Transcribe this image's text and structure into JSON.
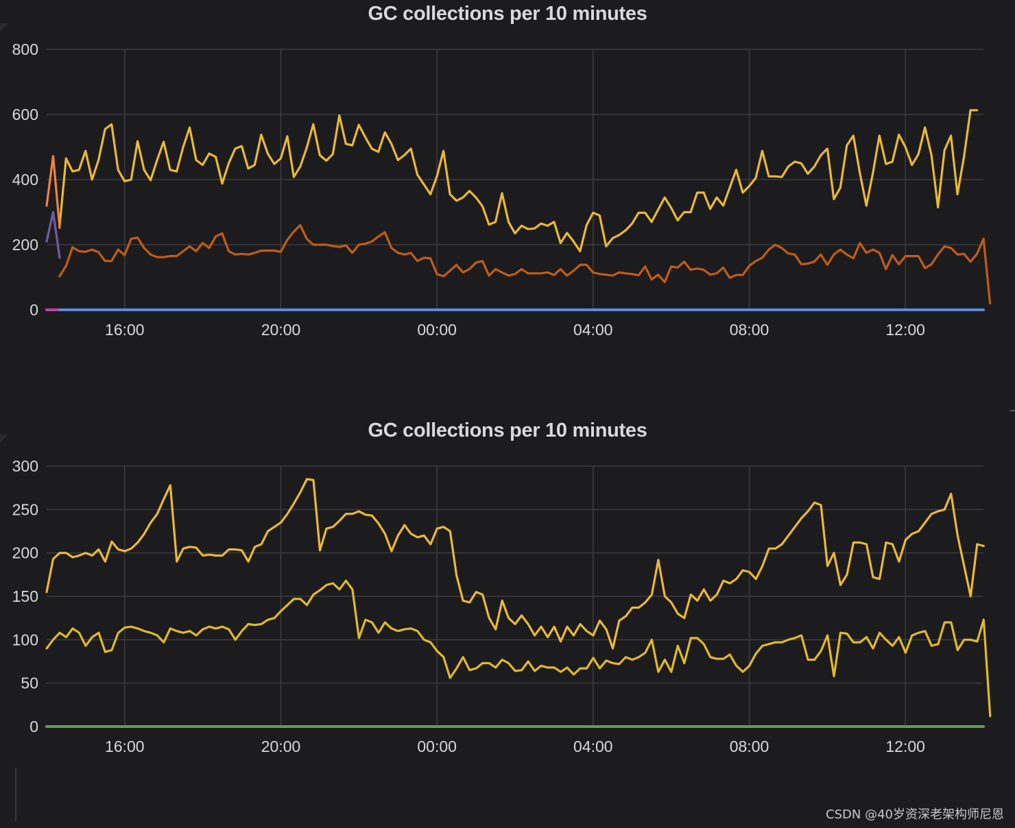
{
  "watermark": "CSDN @40岁资深老架构师尼恩",
  "colors": {
    "background": "#1c1c1e",
    "grid": "#3d3d40",
    "text": "#d8d9da",
    "yellow": "#eab839",
    "orange": "#ef843c",
    "dark_orange": "#c15c17",
    "purple": "#705da0",
    "magenta": "#ba43a9",
    "blue": "#5d8bd4",
    "gold": "#e0b92c",
    "green": "#629e51"
  },
  "chart_data": [
    {
      "type": "line",
      "title": "GC collections per 10 minutes",
      "xlabel": "",
      "ylabel": "",
      "x_tick_labels": [
        "16:00",
        "20:00",
        "00:00",
        "04:00",
        "08:00",
        "12:00"
      ],
      "x_ticks_hours": [
        16,
        20,
        24,
        28,
        32,
        36
      ],
      "x_range_hours": [
        14.0,
        38.0
      ],
      "y_ticks": [
        0,
        200,
        400,
        600,
        800
      ],
      "y_tick_labels": [
        "0",
        "200",
        "400",
        "600",
        "800"
      ],
      "ylim": [
        0,
        800
      ],
      "grid": true,
      "legend": "none",
      "series": [
        {
          "color": "#eab839",
          "x_start_hours": 14.33,
          "step_hours": 0.1667,
          "values": [
            255,
            465,
            425,
            430,
            488,
            400,
            460,
            555,
            570,
            430,
            395,
            400,
            518,
            430,
            398,
            460,
            516,
            430,
            425,
            500,
            560,
            460,
            445,
            480,
            470,
            388,
            450,
            495,
            503,
            434,
            445,
            538,
            480,
            448,
            465,
            533,
            408,
            440,
            498,
            570,
            475,
            458,
            478,
            597,
            510,
            505,
            568,
            530,
            495,
            485,
            545,
            510,
            460,
            475,
            495,
            415,
            385,
            355,
            410,
            488,
            355,
            335,
            345,
            365,
            345,
            318,
            262,
            270,
            358,
            270,
            235,
            258,
            248,
            250,
            265,
            258,
            270,
            205,
            236,
            210,
            180,
            260,
            298,
            290,
            195,
            220,
            230,
            244,
            265,
            298,
            298,
            270,
            308,
            345,
            313,
            275,
            300,
            300,
            360,
            360,
            310,
            345,
            320,
            375,
            430,
            360,
            380,
            405,
            488,
            410,
            410,
            408,
            440,
            455,
            450,
            418,
            440,
            475,
            495,
            340,
            375,
            505,
            535,
            420,
            320,
            420,
            535,
            448,
            455,
            538,
            500,
            445,
            478,
            560,
            475,
            315,
            490,
            535,
            355,
            470,
            613,
            613
          ]
        },
        {
          "color": "#ef843c",
          "x_start_hours": 14.0,
          "step_hours": 0.1667,
          "values": [
            320,
            472,
            252
          ]
        },
        {
          "color": "#705da0",
          "x_start_hours": 14.0,
          "step_hours": 0.1667,
          "values": [
            210,
            300,
            160
          ]
        },
        {
          "color": "#c15c17",
          "x_start_hours": 14.33,
          "step_hours": 0.1667,
          "values": [
            103,
            135,
            192,
            180,
            178,
            185,
            177,
            150,
            150,
            185,
            168,
            218,
            222,
            190,
            170,
            162,
            162,
            165,
            165,
            180,
            195,
            180,
            205,
            190,
            225,
            235,
            180,
            170,
            172,
            170,
            175,
            182,
            182,
            182,
            178,
            215,
            240,
            260,
            218,
            200,
            200,
            200,
            196,
            193,
            198,
            175,
            200,
            203,
            210,
            225,
            238,
            190,
            175,
            170,
            175,
            150,
            160,
            158,
            110,
            103,
            120,
            138,
            115,
            125,
            145,
            150,
            105,
            125,
            115,
            105,
            110,
            125,
            112,
            112,
            112,
            115,
            107,
            125,
            105,
            120,
            138,
            138,
            115,
            110,
            108,
            105,
            115,
            112,
            110,
            106,
            133,
            93,
            108,
            85,
            133,
            130,
            148,
            123,
            127,
            123,
            108,
            112,
            130,
            98,
            107,
            107,
            135,
            150,
            160,
            185,
            200,
            190,
            173,
            170,
            140,
            142,
            148,
            170,
            138,
            170,
            185,
            170,
            158,
            205,
            175,
            185,
            175,
            125,
            168,
            140,
            165,
            165,
            165,
            128,
            140,
            170,
            195,
            190,
            170,
            172,
            148,
            172,
            218,
            20
          ]
        },
        {
          "color": "#ba43a9",
          "x_start_hours": 14.0,
          "step_hours": 0.1667,
          "values": [
            0,
            0,
            0
          ]
        },
        {
          "color": "#5d8bd4",
          "x_start_hours": 14.33,
          "step_hours": 0.1667,
          "values": [
            0,
            0
          ]
        }
      ]
    },
    {
      "type": "line",
      "title": "GC collections per 10 minutes",
      "xlabel": "",
      "ylabel": "",
      "x_tick_labels": [
        "16:00",
        "20:00",
        "00:00",
        "04:00",
        "08:00",
        "12:00"
      ],
      "x_ticks_hours": [
        16,
        20,
        24,
        28,
        32,
        36
      ],
      "x_range_hours": [
        14.0,
        38.0
      ],
      "y_ticks": [
        0,
        50,
        100,
        150,
        200,
        250,
        300
      ],
      "y_tick_labels": [
        "0",
        "50",
        "100",
        "150",
        "200",
        "250",
        "300"
      ],
      "ylim": [
        0,
        300
      ],
      "grid": true,
      "legend": "none",
      "series": [
        {
          "color": "#eab839",
          "x_start_hours": 14.0,
          "step_hours": 0.1667,
          "values": [
            155,
            193,
            200,
            200,
            195,
            197,
            200,
            197,
            204,
            190,
            213,
            204,
            202,
            205,
            212,
            222,
            235,
            245,
            262,
            278,
            190,
            205,
            207,
            206,
            197,
            198,
            197,
            197,
            204,
            204,
            203,
            190,
            207,
            210,
            225,
            230,
            235,
            245,
            257,
            270,
            285,
            284,
            203,
            228,
            230,
            237,
            245,
            245,
            248,
            244,
            243,
            234,
            222,
            202,
            220,
            232,
            222,
            218,
            220,
            210,
            228,
            230,
            225,
            174,
            145,
            143,
            155,
            152,
            125,
            112,
            145,
            125,
            118,
            128,
            118,
            105,
            115,
            103,
            115,
            98,
            115,
            105,
            118,
            110,
            105,
            122,
            112,
            90,
            122,
            127,
            137,
            137,
            143,
            152,
            192,
            150,
            143,
            130,
            125,
            152,
            145,
            158,
            145,
            152,
            168,
            165,
            170,
            180,
            178,
            170,
            185,
            205,
            205,
            210,
            220,
            230,
            240,
            248,
            258,
            255,
            185,
            200,
            163,
            175,
            212,
            212,
            210,
            172,
            170,
            212,
            210,
            190,
            215,
            222,
            225,
            235,
            245,
            248,
            250,
            268,
            220,
            185,
            150,
            210,
            208
          ]
        },
        {
          "color": "#e0b92c",
          "x_start_hours": 14.0,
          "step_hours": 0.1667,
          "values": [
            90,
            100,
            108,
            103,
            113,
            108,
            93,
            103,
            108,
            86,
            88,
            108,
            114,
            115,
            113,
            110,
            108,
            105,
            97,
            113,
            110,
            108,
            110,
            105,
            112,
            115,
            113,
            115,
            112,
            100,
            110,
            118,
            117,
            118,
            123,
            125,
            133,
            140,
            147,
            147,
            140,
            152,
            157,
            163,
            165,
            158,
            168,
            158,
            102,
            123,
            120,
            108,
            120,
            113,
            110,
            112,
            113,
            110,
            100,
            97,
            87,
            80,
            56,
            67,
            80,
            65,
            67,
            73,
            73,
            68,
            77,
            73,
            64,
            65,
            75,
            64,
            70,
            68,
            68,
            63,
            68,
            60,
            67,
            67,
            79,
            67,
            76,
            73,
            72,
            80,
            77,
            80,
            85,
            100,
            63,
            77,
            63,
            93,
            73,
            102,
            102,
            95,
            80,
            78,
            78,
            83,
            70,
            63,
            70,
            84,
            93,
            95,
            97,
            97,
            100,
            102,
            105,
            77,
            77,
            87,
            105,
            58,
            108,
            107,
            97,
            97,
            103,
            90,
            108,
            100,
            93,
            103,
            85,
            105,
            108,
            110,
            93,
            95,
            120,
            120,
            88,
            100,
            100,
            98,
            123,
            12
          ]
        },
        {
          "color": "#629e51",
          "x_start_hours": 14.0,
          "step_hours": 0.1667,
          "values": [
            0,
            0
          ]
        }
      ]
    }
  ]
}
